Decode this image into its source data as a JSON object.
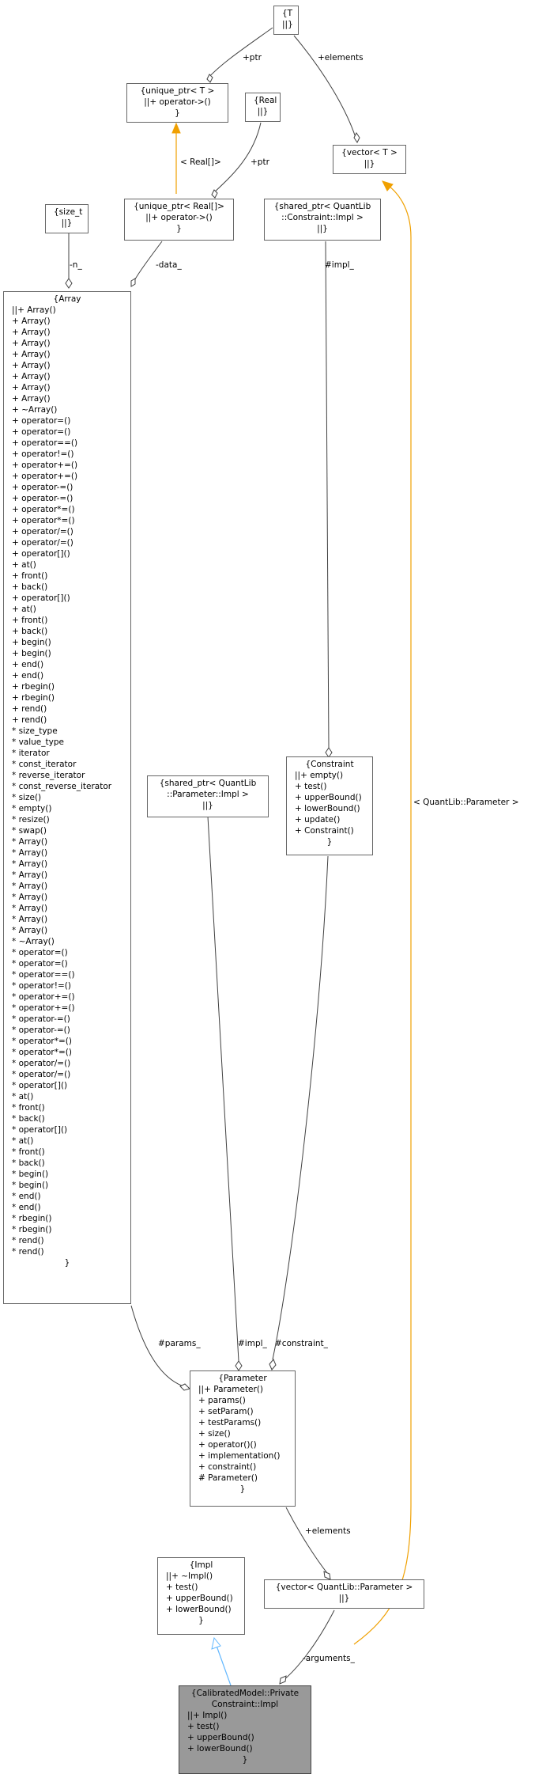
{
  "colors": {
    "edge": "#404040",
    "template_edge": "#f0a000",
    "inherit_edge": "#63b8ff",
    "highlight_fill": "#999999"
  },
  "nodes": {
    "T": [
      "{T",
      "||}"
    ],
    "unique_ptr_T": [
      "{unique_ptr< T >",
      "||+ operator->()",
      "}"
    ],
    "Real": [
      "{Real",
      "||}"
    ],
    "vector_T": [
      "{vector< T >",
      "||}"
    ],
    "size_t": [
      "{size_t",
      "||}"
    ],
    "unique_ptr_Real": [
      "{unique_ptr< Real[]>",
      "||+ operator->()",
      "}"
    ],
    "shared_ptr_Constraint_Impl": [
      "{shared_ptr< QuantLib",
      "::Constraint::Impl >",
      "||}"
    ],
    "Array": [
      "{Array",
      "||+ Array()",
      "+ Array()",
      "+ Array()",
      "+ Array()",
      "+ Array()",
      "+ Array()",
      "+ Array()",
      "+ Array()",
      "+ Array()",
      "+ ~Array()",
      "+ operator=()",
      "+ operator=()",
      "+ operator==()",
      "+ operator!=()",
      "+ operator+=()",
      "+ operator+=()",
      "+ operator-=()",
      "+ operator-=()",
      "+ operator*=()",
      "+ operator*=()",
      "+ operator/=()",
      "+ operator/=()",
      "+ operator[]()",
      "+ at()",
      "+ front()",
      "+ back()",
      "+ operator[]()",
      "+ at()",
      "+ front()",
      "+ back()",
      "+ begin()",
      "+ begin()",
      "+ end()",
      "+ end()",
      "+ rbegin()",
      "+ rbegin()",
      "+ rend()",
      "+ rend()",
      "* size_type",
      "* value_type",
      "* iterator",
      "* const_iterator",
      "* reverse_iterator",
      "* const_reverse_iterator",
      "* size()",
      "* empty()",
      "* resize()",
      "* swap()",
      "* Array()",
      "* Array()",
      "* Array()",
      "* Array()",
      "* Array()",
      "* Array()",
      "* Array()",
      "* Array()",
      "* Array()",
      "* ~Array()",
      "* operator=()",
      "* operator=()",
      "* operator==()",
      "* operator!=()",
      "* operator+=()",
      "* operator+=()",
      "* operator-=()",
      "* operator-=()",
      "* operator*=()",
      "* operator*=()",
      "* operator/=()",
      "* operator/=()",
      "* operator[]()",
      "* at()",
      "* front()",
      "* back()",
      "* operator[]()",
      "* at()",
      "* front()",
      "* back()",
      "* begin()",
      "* begin()",
      "* end()",
      "* end()",
      "* rbegin()",
      "* rbegin()",
      "* rend()",
      "* rend()",
      "}"
    ],
    "Constraint": [
      "{Constraint",
      "||+ empty()",
      "+ test()",
      "+ upperBound()",
      "+ lowerBound()",
      "+ update()",
      "+ Constraint()",
      "}"
    ],
    "shared_ptr_Parameter_Impl": [
      "{shared_ptr< QuantLib",
      "::Parameter::Impl >",
      "||}"
    ],
    "Parameter": [
      "{Parameter",
      "||+ Parameter()",
      "+ params()",
      "+ setParam()",
      "+ testParams()",
      "+ size()",
      "+ operator()()",
      "+ implementation()",
      "+ constraint()",
      "# Parameter()",
      "}"
    ],
    "Impl": [
      "{Impl",
      "||+ ~Impl()",
      "+ test()",
      "+ upperBound()",
      "+ lowerBound()",
      "}"
    ],
    "vector_Parameter": [
      "{vector< QuantLib::Parameter >",
      "||}"
    ],
    "CalibratedModel_Impl": [
      "{CalibratedModel::Private",
      "Constraint::Impl",
      "||+ Impl()",
      "+ test()",
      "+ upperBound()",
      "+ lowerBound()",
      "}"
    ]
  },
  "edge_labels": {
    "ptr_T": "+ptr",
    "elements_T": "+elements",
    "real_arg": "< Real[]>",
    "ptr_Real": "+ptr",
    "n": "-n_",
    "data": "-data_",
    "impl_constraint": "#impl_",
    "parameter_arg": "< QuantLib::Parameter >",
    "params": "#params_",
    "impl_parameter": "#impl_",
    "constraint": "#constraint_",
    "elements_param": "+elements",
    "arguments": "-arguments_"
  }
}
